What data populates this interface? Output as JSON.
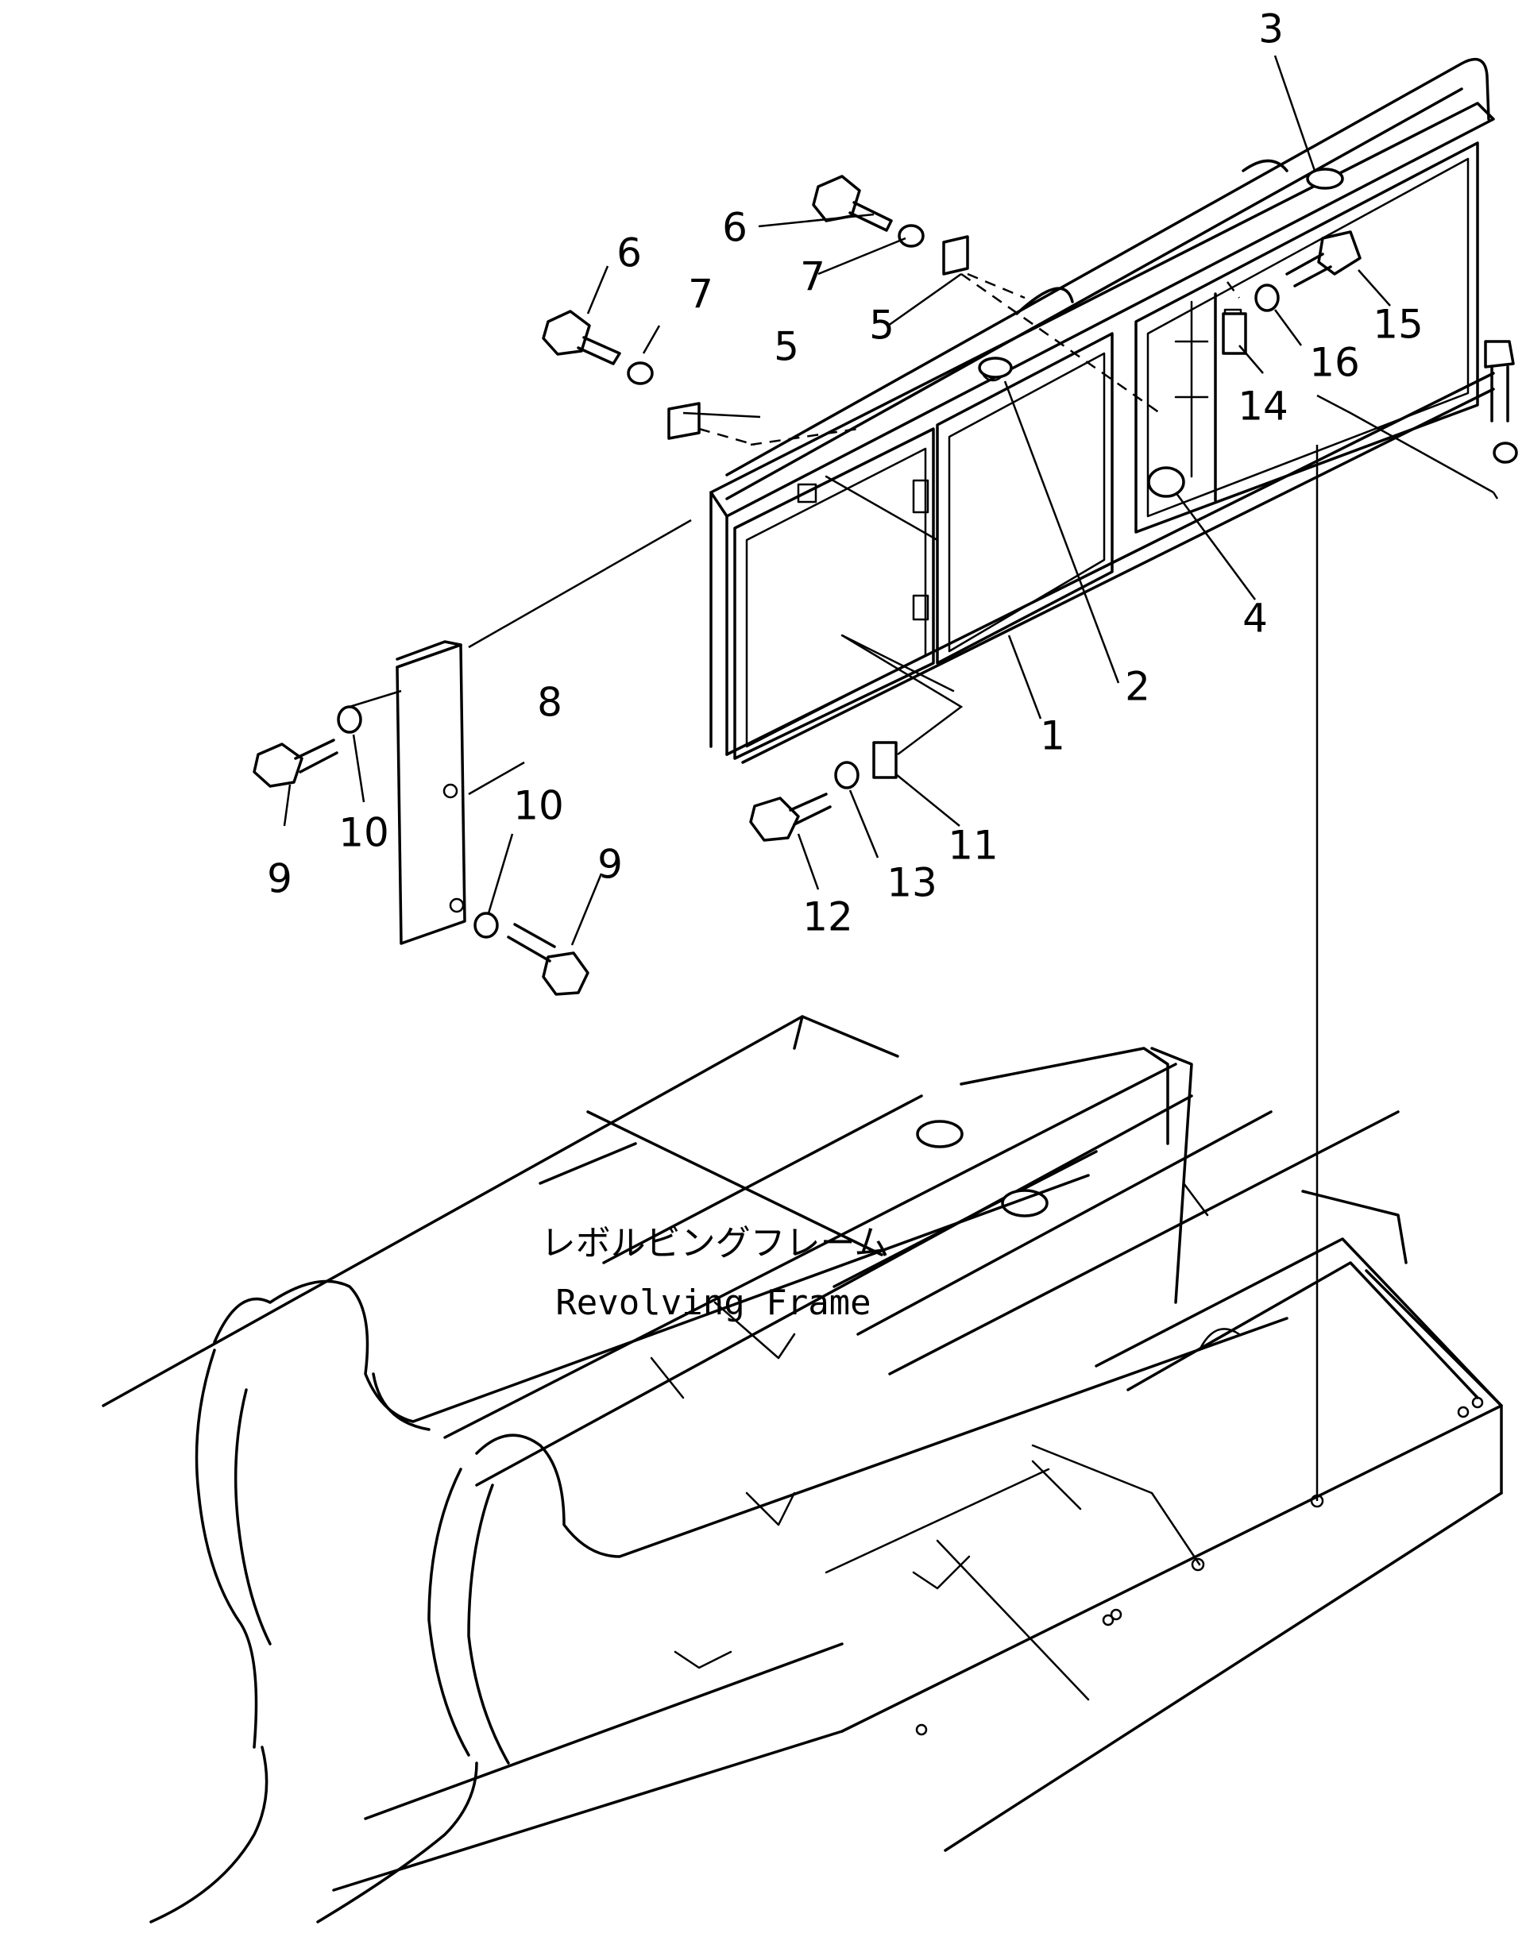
{
  "diagram": {
    "frame_caption_jp": "レボルビングフレーム",
    "frame_caption_en": "Revolving Frame",
    "part_numbers": {
      "p1": "1",
      "p2": "2",
      "p3": "3",
      "p4": "4",
      "p5a": "5",
      "p5b": "5",
      "p6a": "6",
      "p6b": "6",
      "p7a": "7",
      "p7b": "7",
      "p8": "8",
      "p9a": "9",
      "p9b": "9",
      "p10a": "10",
      "p10b": "10",
      "p11": "11",
      "p12": "12",
      "p13": "13",
      "p14": "14",
      "p15": "15",
      "p16": "16"
    }
  }
}
